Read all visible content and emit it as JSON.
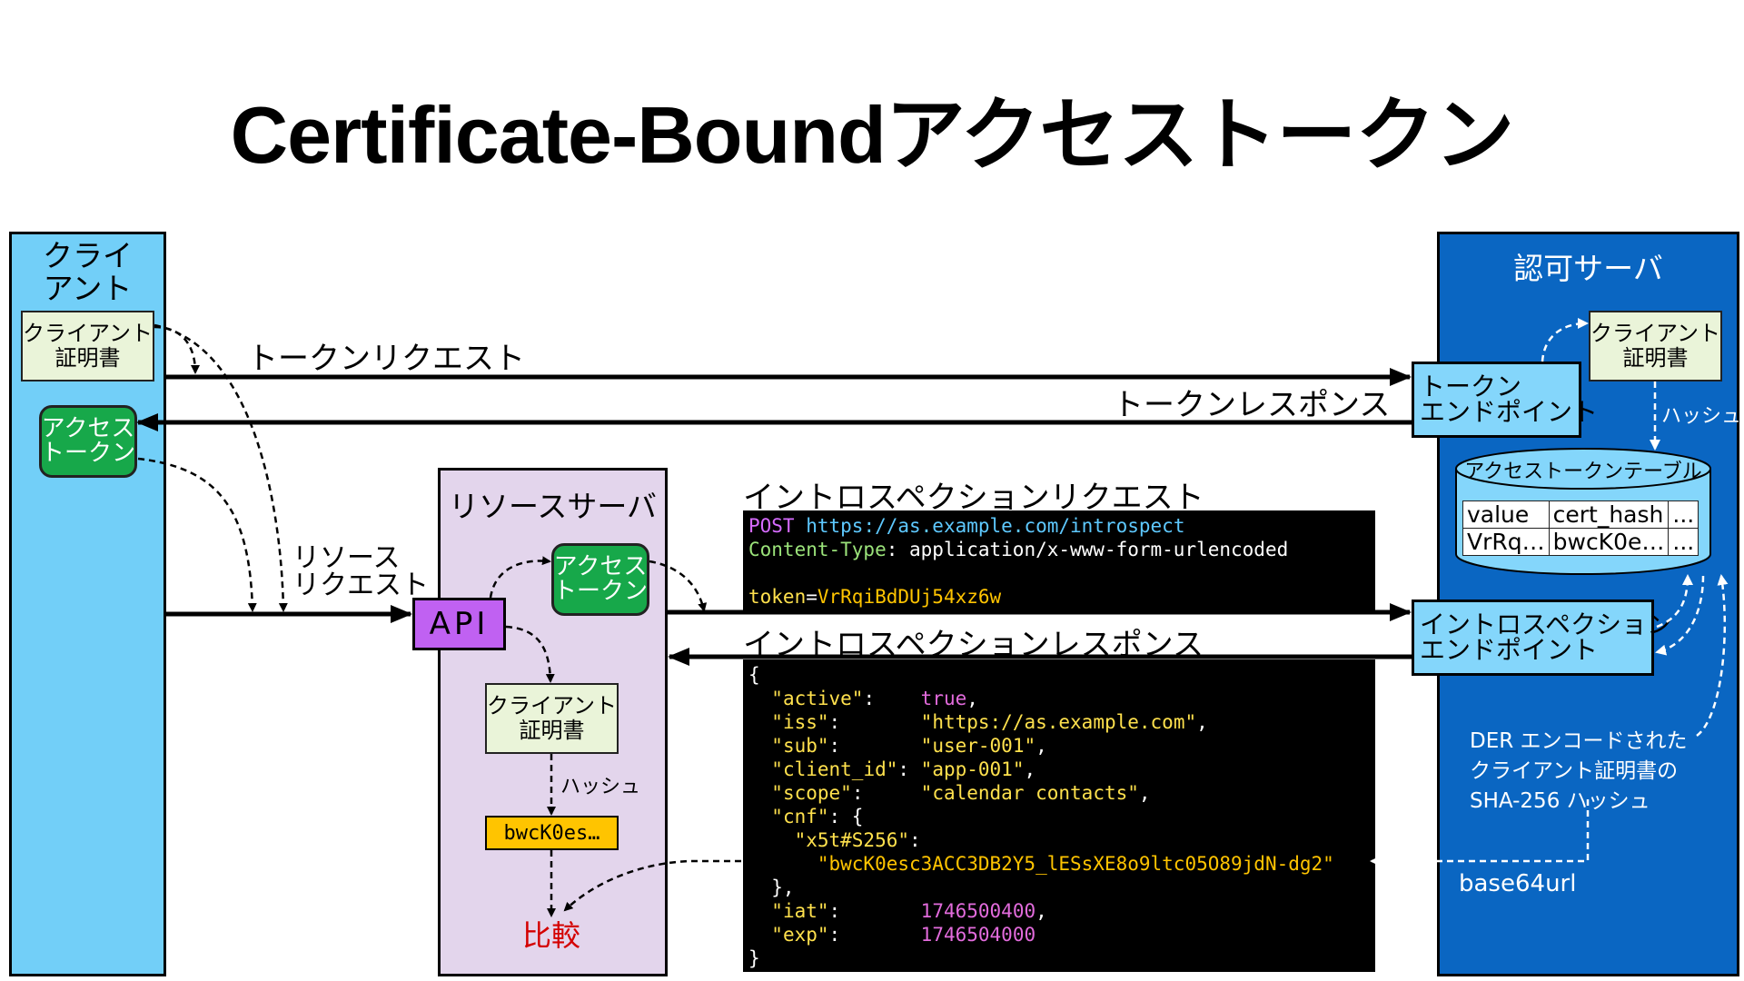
{
  "title": "Certificate-Boundアクセストークン",
  "lanes": {
    "client": "クライ\nアント",
    "resource_server": "リソースサーバ",
    "auth_server": "認可サーバ"
  },
  "client": {
    "cert": "クライアント\n証明書",
    "token": "アクセス\nトークン"
  },
  "resource": {
    "api": "API",
    "token": "アクセス\nトークン",
    "cert": "クライアント\n証明書",
    "hash_label": "ハッシュ",
    "hash_value": "bwcK0es…",
    "compare": "比較"
  },
  "auth": {
    "cert": "クライアント\n証明書",
    "hash_label": "ハッシュ",
    "token_endpoint": "トークン\nエンドポイント",
    "introspection_endpoint": "イントロスペクション\nエンドポイント",
    "table_title": "アクセストークンテーブル",
    "table_headers": [
      "value",
      "cert_hash",
      "..."
    ],
    "table_row": [
      "VrRq…",
      "bwcK0e…",
      "..."
    ],
    "der_note": "DER エンコードされた\nクライアント証明書の\nSHA-256 ハッシュ",
    "base64url": "base64url"
  },
  "flows": {
    "token_request": "トークンリクエスト",
    "token_response": "トークンレスポンス",
    "resource_request": "リソース\nリクエスト",
    "introspection_request": "イントロスペクションリクエスト",
    "introspection_response": "イントロスペクションレスポンス"
  },
  "introspection_request_body": {
    "method": "POST",
    "url": "https://as.example.com/introspect",
    "header_name": "Content-Type",
    "header_value": "application/x-www-form-urlencoded",
    "param_name": "token",
    "param_value": "VrRqiBdDUj54xz6w"
  },
  "introspection_response_body": {
    "active": "true",
    "iss": "\"https://as.example.com\"",
    "sub": "\"user-001\"",
    "client_id": "\"app-001\"",
    "scope": "\"calendar contacts\"",
    "x5t_value": "\"bwcK0esc3ACC3DB2Y5_lESsXE8o9ltc05O89jdN-dg2\"",
    "iat": "1746500400",
    "exp": "1746504000"
  },
  "colors": {
    "client_lane": "#72cff8",
    "resource_lane": "#e3d5ec",
    "auth_lane": "#0a66c2",
    "green_token": "#17a84a",
    "api": "#c061f2",
    "hash_box": "#ffc400",
    "compare_text": "#d40000",
    "endpoint": "#84d6fb"
  }
}
